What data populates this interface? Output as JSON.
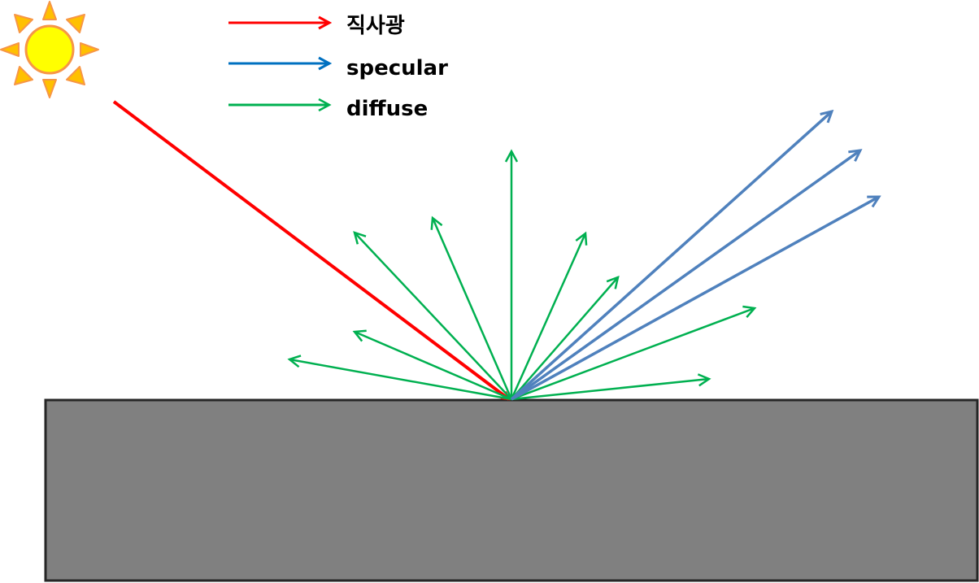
{
  "legend": [
    {
      "key": "direct",
      "label": "직사광",
      "color": "#ff0000"
    },
    {
      "key": "specular",
      "label": "specular",
      "color": "#0070c0"
    },
    {
      "key": "diffuse",
      "label": "diffuse",
      "color": "#00b050"
    }
  ],
  "colors": {
    "direct_ray": "#ff0000",
    "specular_rays": "#4f81bd",
    "diffuse_rays": "#00b050",
    "surface_fill": "#808080",
    "surface_stroke": "#262626",
    "sun_fill": "#ffff00",
    "sun_rays": "#ffc000",
    "sun_stroke": "#f79646"
  },
  "icons": {
    "sun": "sun-icon"
  }
}
